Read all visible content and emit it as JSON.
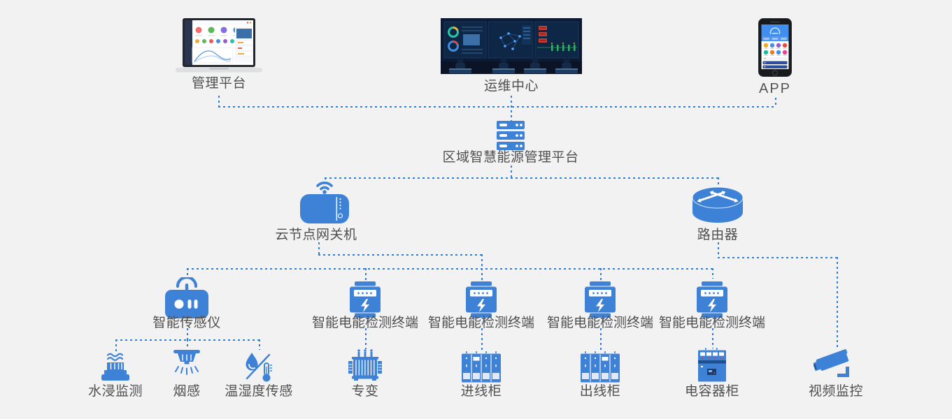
{
  "colors": {
    "accent": "#3d82d6",
    "line": "#2f7dd9",
    "background": "#f2f2f2",
    "label": "#4f4f4f"
  },
  "nodes": {
    "management": {
      "label": "管理平台"
    },
    "operations": {
      "label": "运维中心"
    },
    "app": {
      "label": "APP"
    },
    "platform": {
      "label": "区域智慧能源管理平台"
    },
    "gateway": {
      "label": "云节点网关机"
    },
    "router": {
      "label": "路由器"
    },
    "sensor": {
      "label": "智能传感仪"
    },
    "terminal1": {
      "label": "智能电能检测终端"
    },
    "terminal2": {
      "label": "智能电能检测终端"
    },
    "terminal3": {
      "label": "智能电能检测终端"
    },
    "terminal4": {
      "label": "智能电能检测终端"
    },
    "water": {
      "label": "水浸监测"
    },
    "smoke": {
      "label": "烟感"
    },
    "temphum": {
      "label": "温湿度传感"
    },
    "transformer": {
      "label": "专变"
    },
    "incoming": {
      "label": "进线柜"
    },
    "outgoing": {
      "label": "出线柜"
    },
    "capacitor": {
      "label": "电容器柜"
    },
    "video": {
      "label": "视频监控"
    }
  },
  "edges": [
    {
      "from": "management",
      "to": "platform"
    },
    {
      "from": "operations",
      "to": "platform"
    },
    {
      "from": "app",
      "to": "platform"
    },
    {
      "from": "platform",
      "to": "gateway"
    },
    {
      "from": "platform",
      "to": "router"
    },
    {
      "from": "gateway",
      "to": "sensor"
    },
    {
      "from": "gateway",
      "to": "terminal1"
    },
    {
      "from": "gateway",
      "to": "terminal2"
    },
    {
      "from": "gateway",
      "to": "terminal3"
    },
    {
      "from": "gateway",
      "to": "terminal4"
    },
    {
      "from": "sensor",
      "to": "water"
    },
    {
      "from": "sensor",
      "to": "smoke"
    },
    {
      "from": "sensor",
      "to": "temphum"
    },
    {
      "from": "terminal1",
      "to": "transformer"
    },
    {
      "from": "terminal2",
      "to": "incoming"
    },
    {
      "from": "terminal3",
      "to": "outgoing"
    },
    {
      "from": "terminal4",
      "to": "capacitor"
    },
    {
      "from": "router",
      "to": "video"
    }
  ]
}
